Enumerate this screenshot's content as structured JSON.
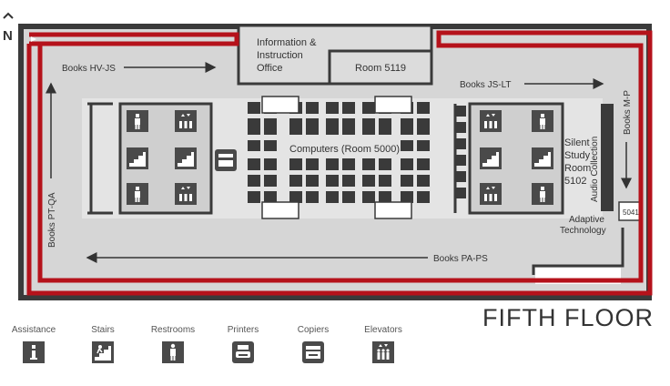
{
  "map": {
    "north_label": "N",
    "floor_title": "FIFTH FLOOR",
    "rooms": {
      "info_office": [
        "Information &",
        "Instruction",
        "Office"
      ],
      "room_5119": "Room 5119",
      "computers": "Computers (Room 5000)",
      "silent_study": [
        "Silent",
        "Study",
        "Room",
        "5102"
      ],
      "audio_collection": "Audio Collection",
      "room_5041": "5041",
      "adaptive_technology": [
        "Adaptive",
        "Technology"
      ]
    },
    "book_ranges": {
      "hv_js": "Books HV-JS",
      "js_lt": "Books JS-LT",
      "m_p": "Books M-P",
      "pt_qa": "Books PT-QA",
      "pa_ps": "Books PA-PS"
    },
    "colors": {
      "wall": "#3a3a3a",
      "floor": "#d6d6d6",
      "corridor": "#c8c8c8",
      "route": "#b5121b",
      "icon": "#4a4a4a"
    }
  },
  "legend": {
    "items": [
      {
        "label": "Assistance",
        "icon": "info-icon"
      },
      {
        "label": "Stairs",
        "icon": "stairs-icon"
      },
      {
        "label": "Restrooms",
        "icon": "restroom-icon"
      },
      {
        "label": "Printers",
        "icon": "printer-icon"
      },
      {
        "label": "Copiers",
        "icon": "copier-icon"
      },
      {
        "label": "Elevators",
        "icon": "elevator-icon"
      }
    ]
  }
}
